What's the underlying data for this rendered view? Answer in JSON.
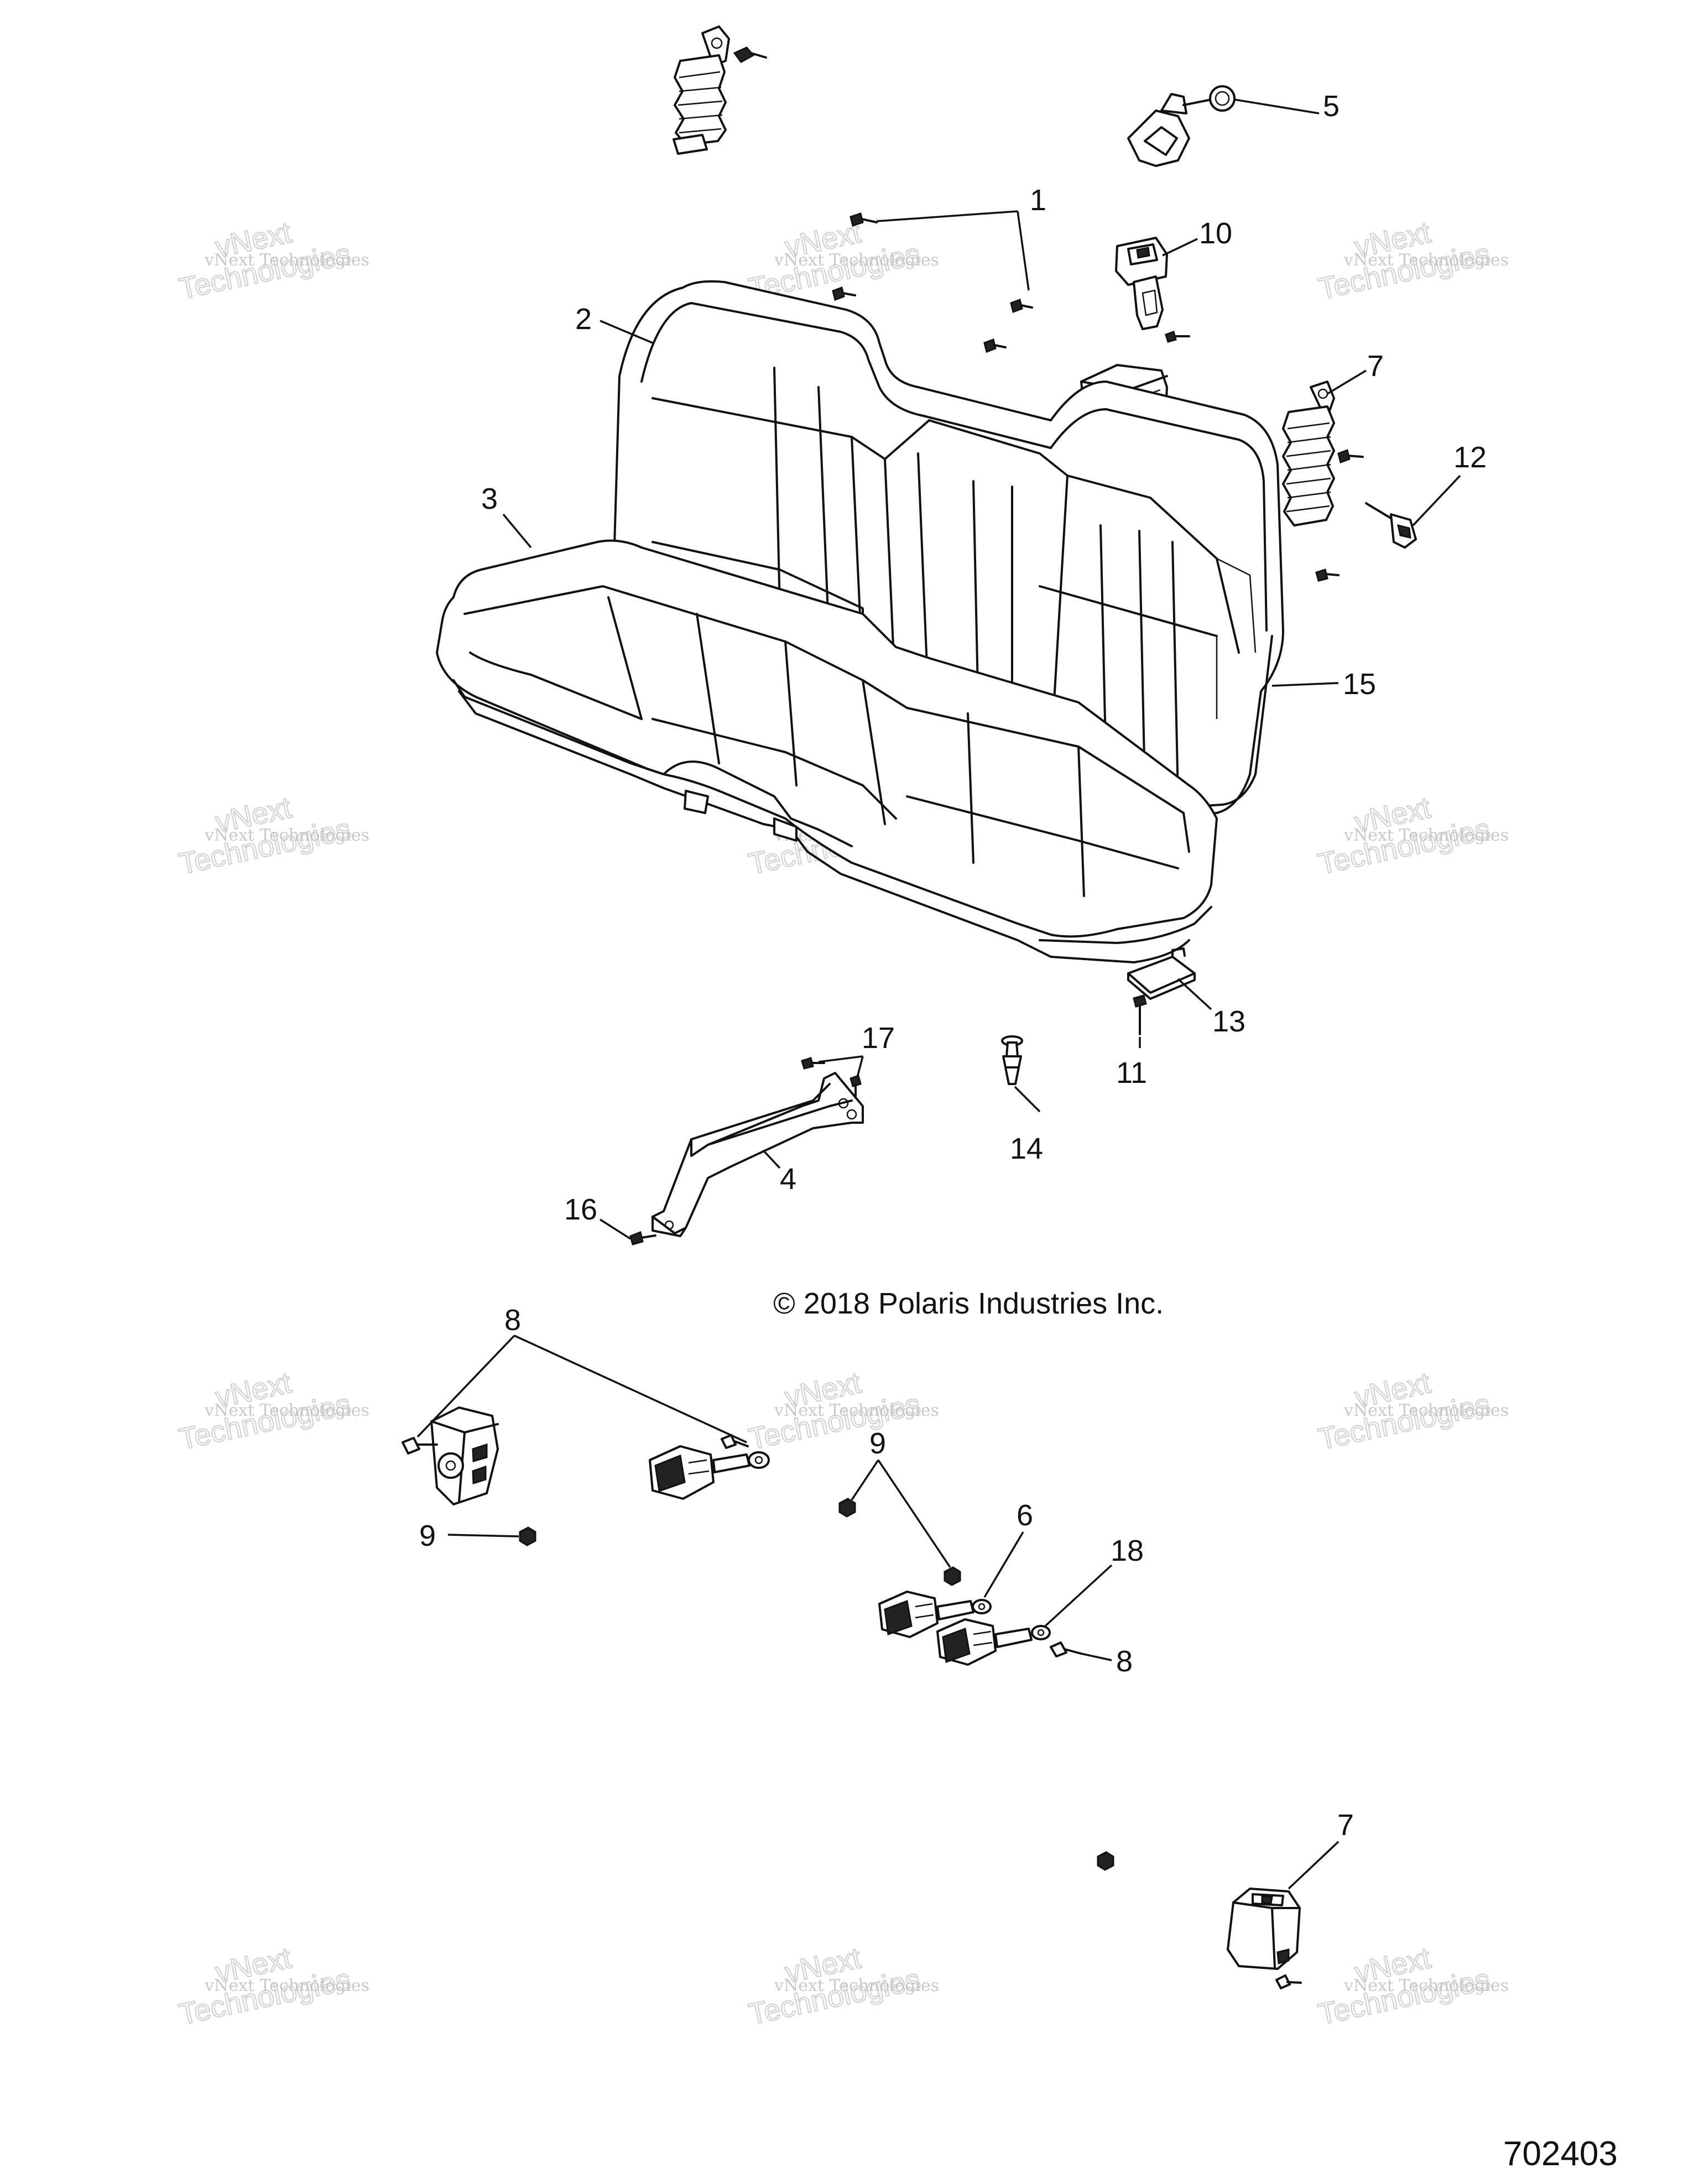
{
  "diagram": {
    "copyright": "© 2018 Polaris Industries Inc.",
    "diagram_id": "702403",
    "watermark": {
      "small": "vNext Technologies",
      "large_line1": "vNext",
      "large_line2": "Technologies"
    },
    "callouts": {
      "c1": "1",
      "c2": "2",
      "c3": "3",
      "c4": "4",
      "c5": "5",
      "c6": "6",
      "c7a": "7",
      "c7b": "7",
      "c8a": "8",
      "c8b": "8",
      "c9a": "9",
      "c9b": "9",
      "c10": "10",
      "c11": "11",
      "c12": "12",
      "c13": "13",
      "c14": "14",
      "c15": "15",
      "c16": "16",
      "c17": "17",
      "c18": "18"
    }
  }
}
